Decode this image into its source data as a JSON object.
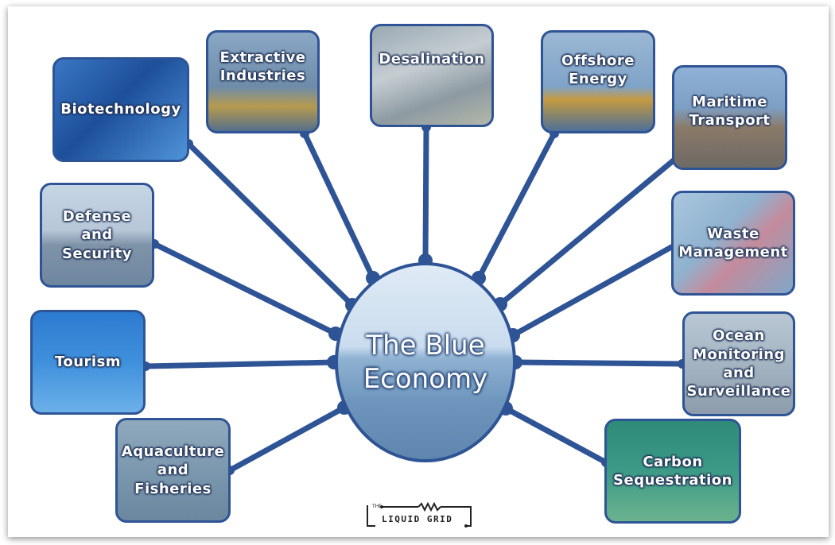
{
  "center": {
    "label": "The Blue\nEconomy"
  },
  "topics": [
    {
      "id": "biotechnology",
      "label": "Biotechnology"
    },
    {
      "id": "extractive",
      "label": "Extractive\nIndustries"
    },
    {
      "id": "desalination",
      "label": "Desalination"
    },
    {
      "id": "offshore",
      "label": "Offshore\nEnergy"
    },
    {
      "id": "maritime",
      "label": "Maritime\nTransport"
    },
    {
      "id": "defense",
      "label": "Defense\nand\nSecurity"
    },
    {
      "id": "waste",
      "label": "Waste\nManagement"
    },
    {
      "id": "tourism",
      "label": "Tourism"
    },
    {
      "id": "ocean",
      "label": "Ocean\nMonitoring\nand\nSurveillance"
    },
    {
      "id": "aquaculture",
      "label": "Aquaculture\nand\nFisheries"
    },
    {
      "id": "carbon",
      "label": "Carbon\nSequestration"
    }
  ],
  "logo": {
    "the": "THE",
    "name": "LIQUID GRID"
  },
  "colors": {
    "link": "#2f5496",
    "border": "#2f5496"
  }
}
